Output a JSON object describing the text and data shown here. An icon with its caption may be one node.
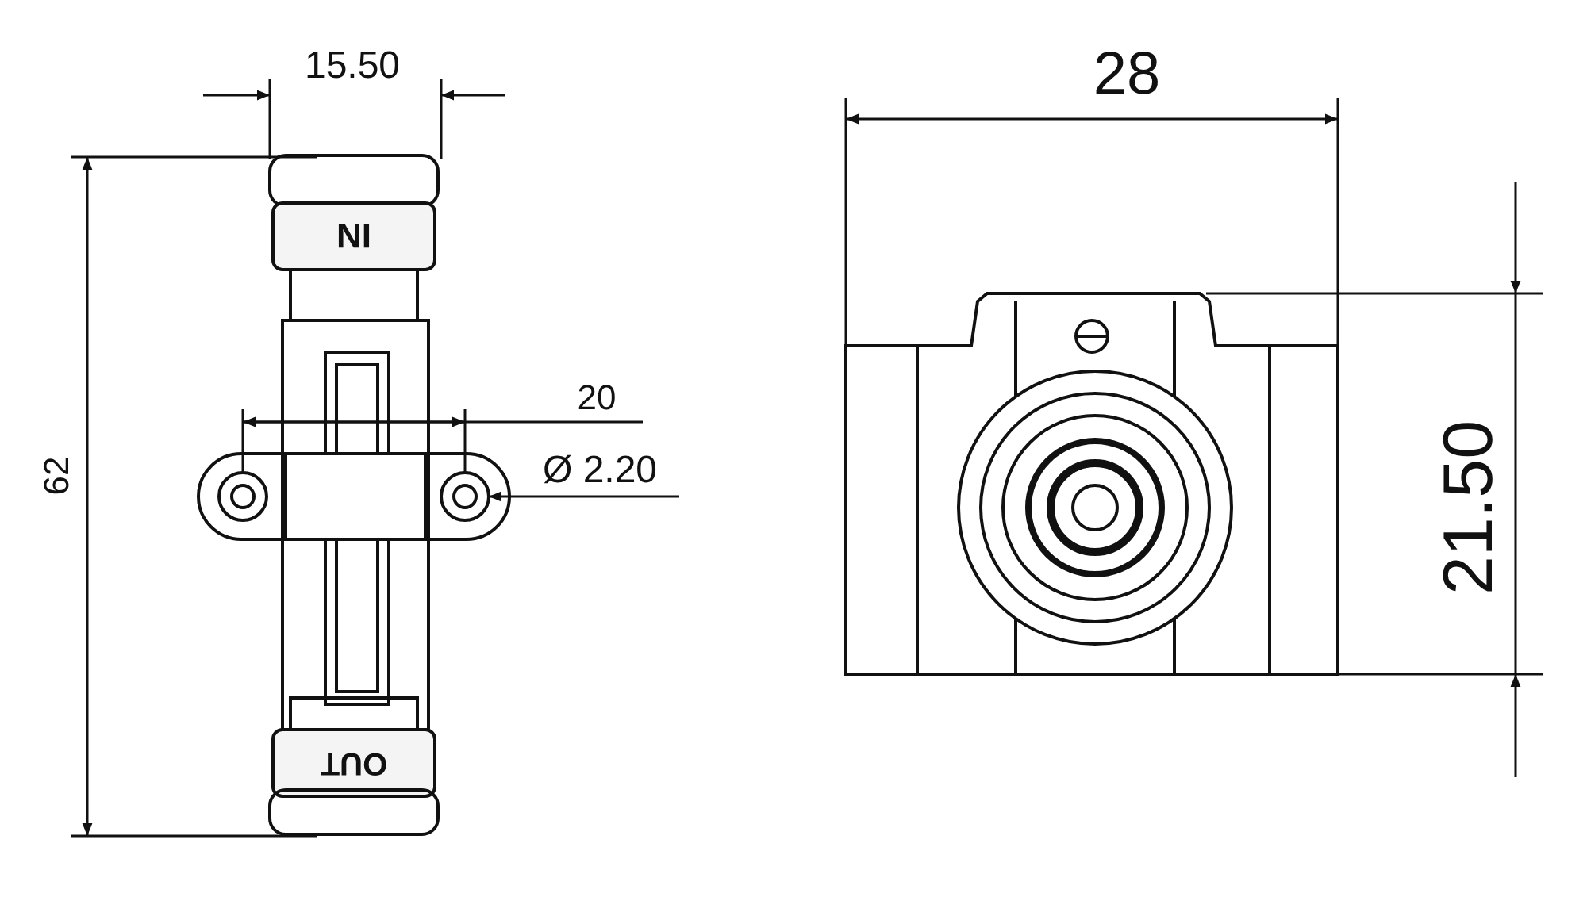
{
  "diagram": {
    "labels": [
      "15.50",
      "28",
      "IN",
      "62",
      "20",
      "Ø 2.20",
      "21.50",
      "OUT"
    ]
  }
}
